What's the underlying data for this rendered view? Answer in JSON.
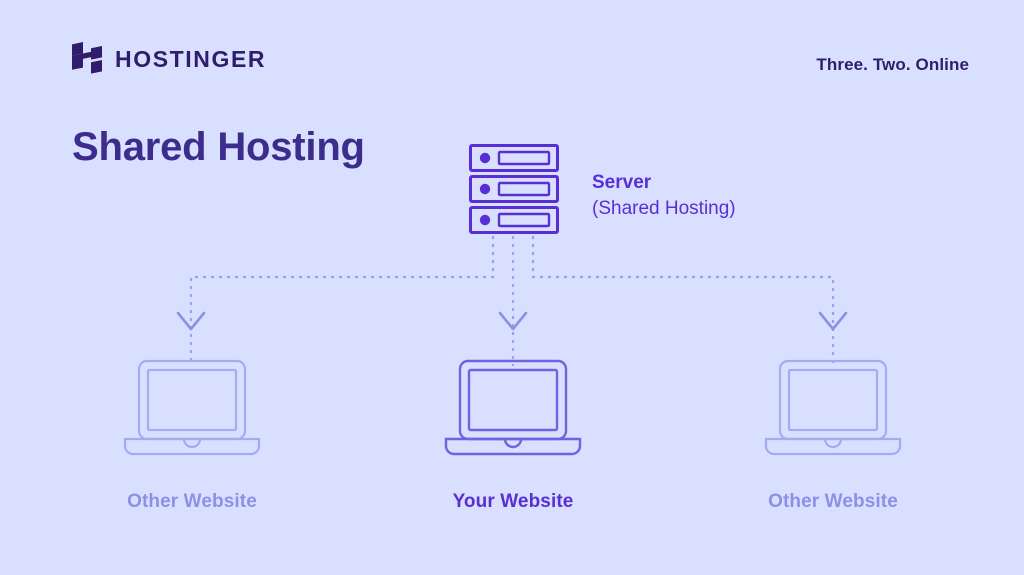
{
  "brand": {
    "logo_icon": "hostinger-h-logo-icon",
    "wordmark": "HOSTINGER",
    "tagline": "Three. Two. Online"
  },
  "title": "Shared Hosting",
  "server": {
    "icon": "server-rack-icon",
    "label_title": "Server",
    "label_sub": "(Shared Hosting)",
    "units": 3
  },
  "nodes": [
    {
      "id": "other-website-left",
      "icon": "laptop-icon",
      "label": "Other Website",
      "emphasis": "muted"
    },
    {
      "id": "your-website",
      "icon": "laptop-icon",
      "label": "Your Website",
      "emphasis": "strong"
    },
    {
      "id": "other-website-right",
      "icon": "laptop-icon",
      "label": "Other Website",
      "emphasis": "muted"
    }
  ],
  "connectors": {
    "style": "dotted",
    "arrow_count": 3,
    "description": "Server branches down to three website nodes"
  },
  "colors": {
    "background": "#d9e0ff",
    "brand_navy": "#2f1c6a",
    "title_purple": "#3c2c8c",
    "accent_purple": "#5a2ed6",
    "muted_purple": "#8e90e8",
    "line_purple": "#9aa0ee",
    "icon_stroke_muted": "#a5abf0",
    "icon_stroke_strong": "#6f63e0"
  }
}
